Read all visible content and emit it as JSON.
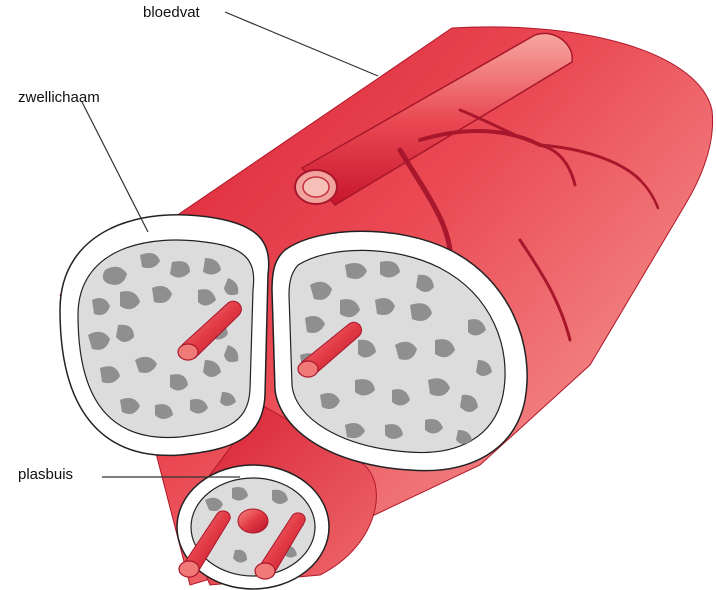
{
  "labels": {
    "blood_vessel": "bloedvat",
    "erectile_body": "zwellichaam",
    "urethra_body": "plasbuis"
  },
  "colors": {
    "tissue_red_dark": "#d81e34",
    "tissue_red_mid": "#ea4a54",
    "tissue_red_light": "#f7a7a0",
    "sponge_fill": "#dcdcdc",
    "cavity_gray": "#8f8f8f",
    "sheath_white": "#ffffff",
    "outline": "#222222"
  }
}
